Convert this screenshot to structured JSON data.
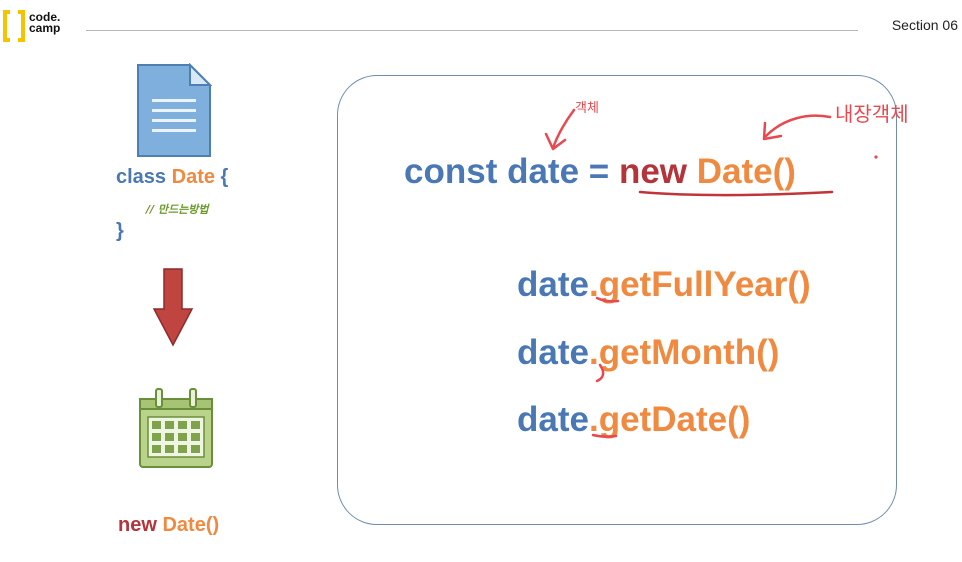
{
  "header": {
    "logo_text": "code.\ncamp",
    "section_label": "Section 06"
  },
  "left": {
    "class_keyword": "class",
    "class_name": "Date",
    "open_brace": "{",
    "comment": "// 만드는방법",
    "close_brace": "}",
    "new_keyword": "new",
    "new_call": "Date()"
  },
  "main": {
    "const_keyword": "const date =",
    "new_keyword": "new",
    "new_call": "Date()",
    "methods": [
      {
        "object": "date",
        "dot": ".",
        "method": "getFullYear()"
      },
      {
        "object": "date",
        "dot": ".",
        "method": "getMonth()"
      },
      {
        "object": "date",
        "dot": ".",
        "method": "getDate()"
      }
    ],
    "annotation_object": "객체",
    "annotation_builtin": "내장객체"
  },
  "colors": {
    "blue": "#4a78b4",
    "orange": "#ef8a40",
    "dark_red": "#b3343a",
    "annotation_red": "#e8484e",
    "comment_green": "#6a9a2a",
    "box_border": "#6f8db0"
  },
  "icons": [
    "logo-bracket-icon",
    "document-icon",
    "down-arrow-icon",
    "calendar-icon"
  ]
}
